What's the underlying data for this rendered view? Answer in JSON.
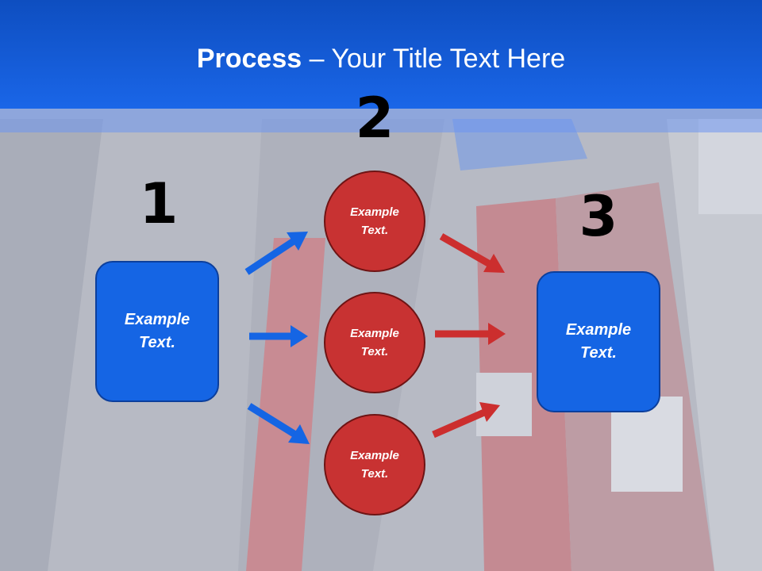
{
  "title": {
    "bold": "Process",
    "rest": " – Your Title Text Here"
  },
  "steps": {
    "one": "1",
    "two": "2",
    "three": "3"
  },
  "nodes": {
    "start": "Example Text.",
    "middle_top": "Example Text.",
    "middle_center": "Example Text.",
    "middle_bottom": "Example Text.",
    "end": "Example Text."
  },
  "colors": {
    "header": "#1a66e8",
    "box_fill": "#1565e4",
    "circle_fill": "#c83232",
    "arrow_blue": "#1565e4",
    "arrow_red": "#cc2e2e"
  }
}
